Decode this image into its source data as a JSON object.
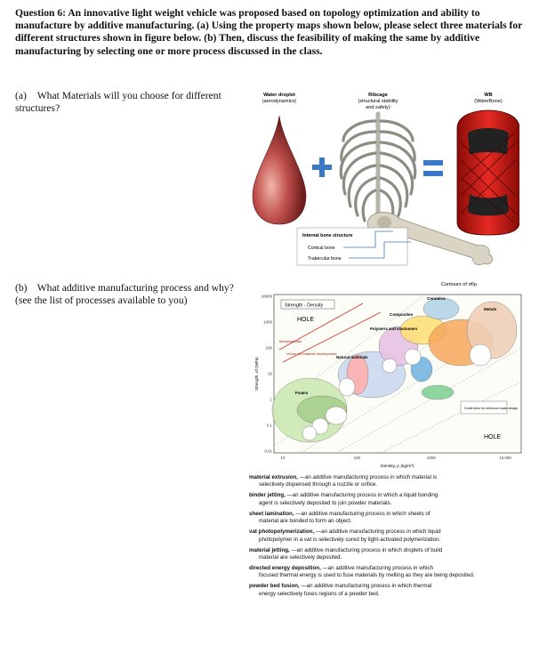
{
  "question": "Question 6: An innovative light weight vehicle was proposed based on topology optimization and ability to manufacture by additive manufacturing. (a) Using the property maps shown below, please select three materials for different structures shown in figure below. (b) Then, discuss the feasibility of making the same by additive manufacturing by selecting one or more process discussed in the class.",
  "part_a": {
    "label": "(a)",
    "text": "What Materials will you choose for different structures?"
  },
  "part_b": {
    "label": "(b)",
    "text": "What additive manufacturing process and why? (see the list of processes available to you)"
  },
  "figure1": {
    "water_droplet_title": "Water droplet",
    "water_droplet_sub": "(aerodynamics)",
    "ribcage_title": "Ribcage",
    "ribcage_sub1": "(structural stability",
    "ribcage_sub2": "and safety)",
    "wb_title": "WB",
    "wb_sub": "(WaterBone)",
    "internal_bone": "Internal bone structure",
    "cortical_bone": "Cortical bone",
    "trabecular_bone": "Trabecular bone",
    "colors": {
      "droplet": "#c0504d",
      "car": "#d9211b",
      "plus": "#3a78c8",
      "equals": "#3a78c8"
    }
  },
  "figure2": {
    "contours_label": "Contours of σf/ρ",
    "strength_density": "Strength - Density",
    "hole_top": "HOLE",
    "hole_bottom": "HOLE",
    "ceramics": "Ceramics",
    "metals": "Metals",
    "composites": "Composites",
    "polymers": "Polymers and elastomers",
    "natural": "Natural materials",
    "foams": "Foams",
    "guide": "Guide lines for minimum mass design",
    "ylabel": "Strength, σf (MPa)",
    "xlabel": "Density, ρ (kg/m³)",
    "y_ticks": [
      "10000",
      "1000",
      "100",
      "10",
      "1",
      "0.1",
      "0.01"
    ],
    "x_ticks": [
      "10",
      "100",
      "1000",
      "10,000"
    ],
    "metamat": "Metamaterials",
    "vector": "Vector for material development"
  },
  "definitions": [
    {
      "term": "material extrusion,",
      "body": "—an additive manufacturing process in which material is",
      "cont": "selectively dispensed through a nozzle or orifice."
    },
    {
      "term": "binder jetting,",
      "body": "—an additive manufacturing process in which a liquid bonding",
      "cont": "agent is selectively deposited to join powder materials."
    },
    {
      "term": "sheet lamination,",
      "body": "—an additive manufacturing process in which sheets of",
      "cont": "material are bonded to form an object."
    },
    {
      "term": "vat photopolymerization,",
      "body": "—an additive manufacturing process in which liquid",
      "cont": "photopolymer in a vat is selectively cured by light-activated polymerization."
    },
    {
      "term": "material jetting,",
      "body": "—an additive manufacturing process in which droplets of build",
      "cont": "material are selectively deposited."
    },
    {
      "term": "directed energy deposition,",
      "body": "—an additive manufacturing process in which",
      "cont": "focused thermal energy is used to fuse materials by melting as they are being deposited."
    },
    {
      "term": "powder bed fusion,",
      "body": "—an additive manufacturing process in which thermal",
      "cont": "energy selectively fuses regions of a powder bed."
    }
  ]
}
